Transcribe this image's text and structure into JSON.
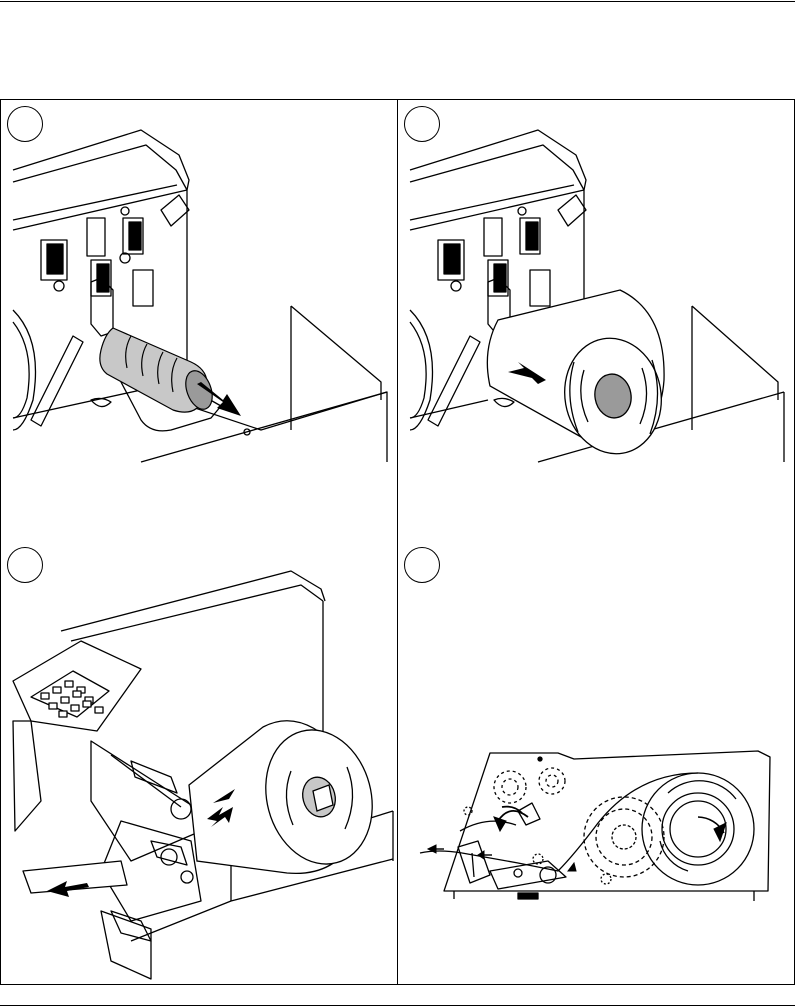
{
  "page": {
    "panels": [
      {
        "id": "panel-1",
        "step_number": "",
        "illustration": "roll-holder-media-removal"
      },
      {
        "id": "panel-2",
        "step_number": "",
        "illustration": "media-roll-insertion"
      },
      {
        "id": "panel-3",
        "step_number": "",
        "illustration": "media-path-loading-printer"
      },
      {
        "id": "panel-4",
        "step_number": "",
        "illustration": "media-path-diagram"
      }
    ]
  },
  "colors": {
    "line": "#000000",
    "core_gray": "#9a9a9a",
    "shade_gray": "#c8c8c8"
  }
}
